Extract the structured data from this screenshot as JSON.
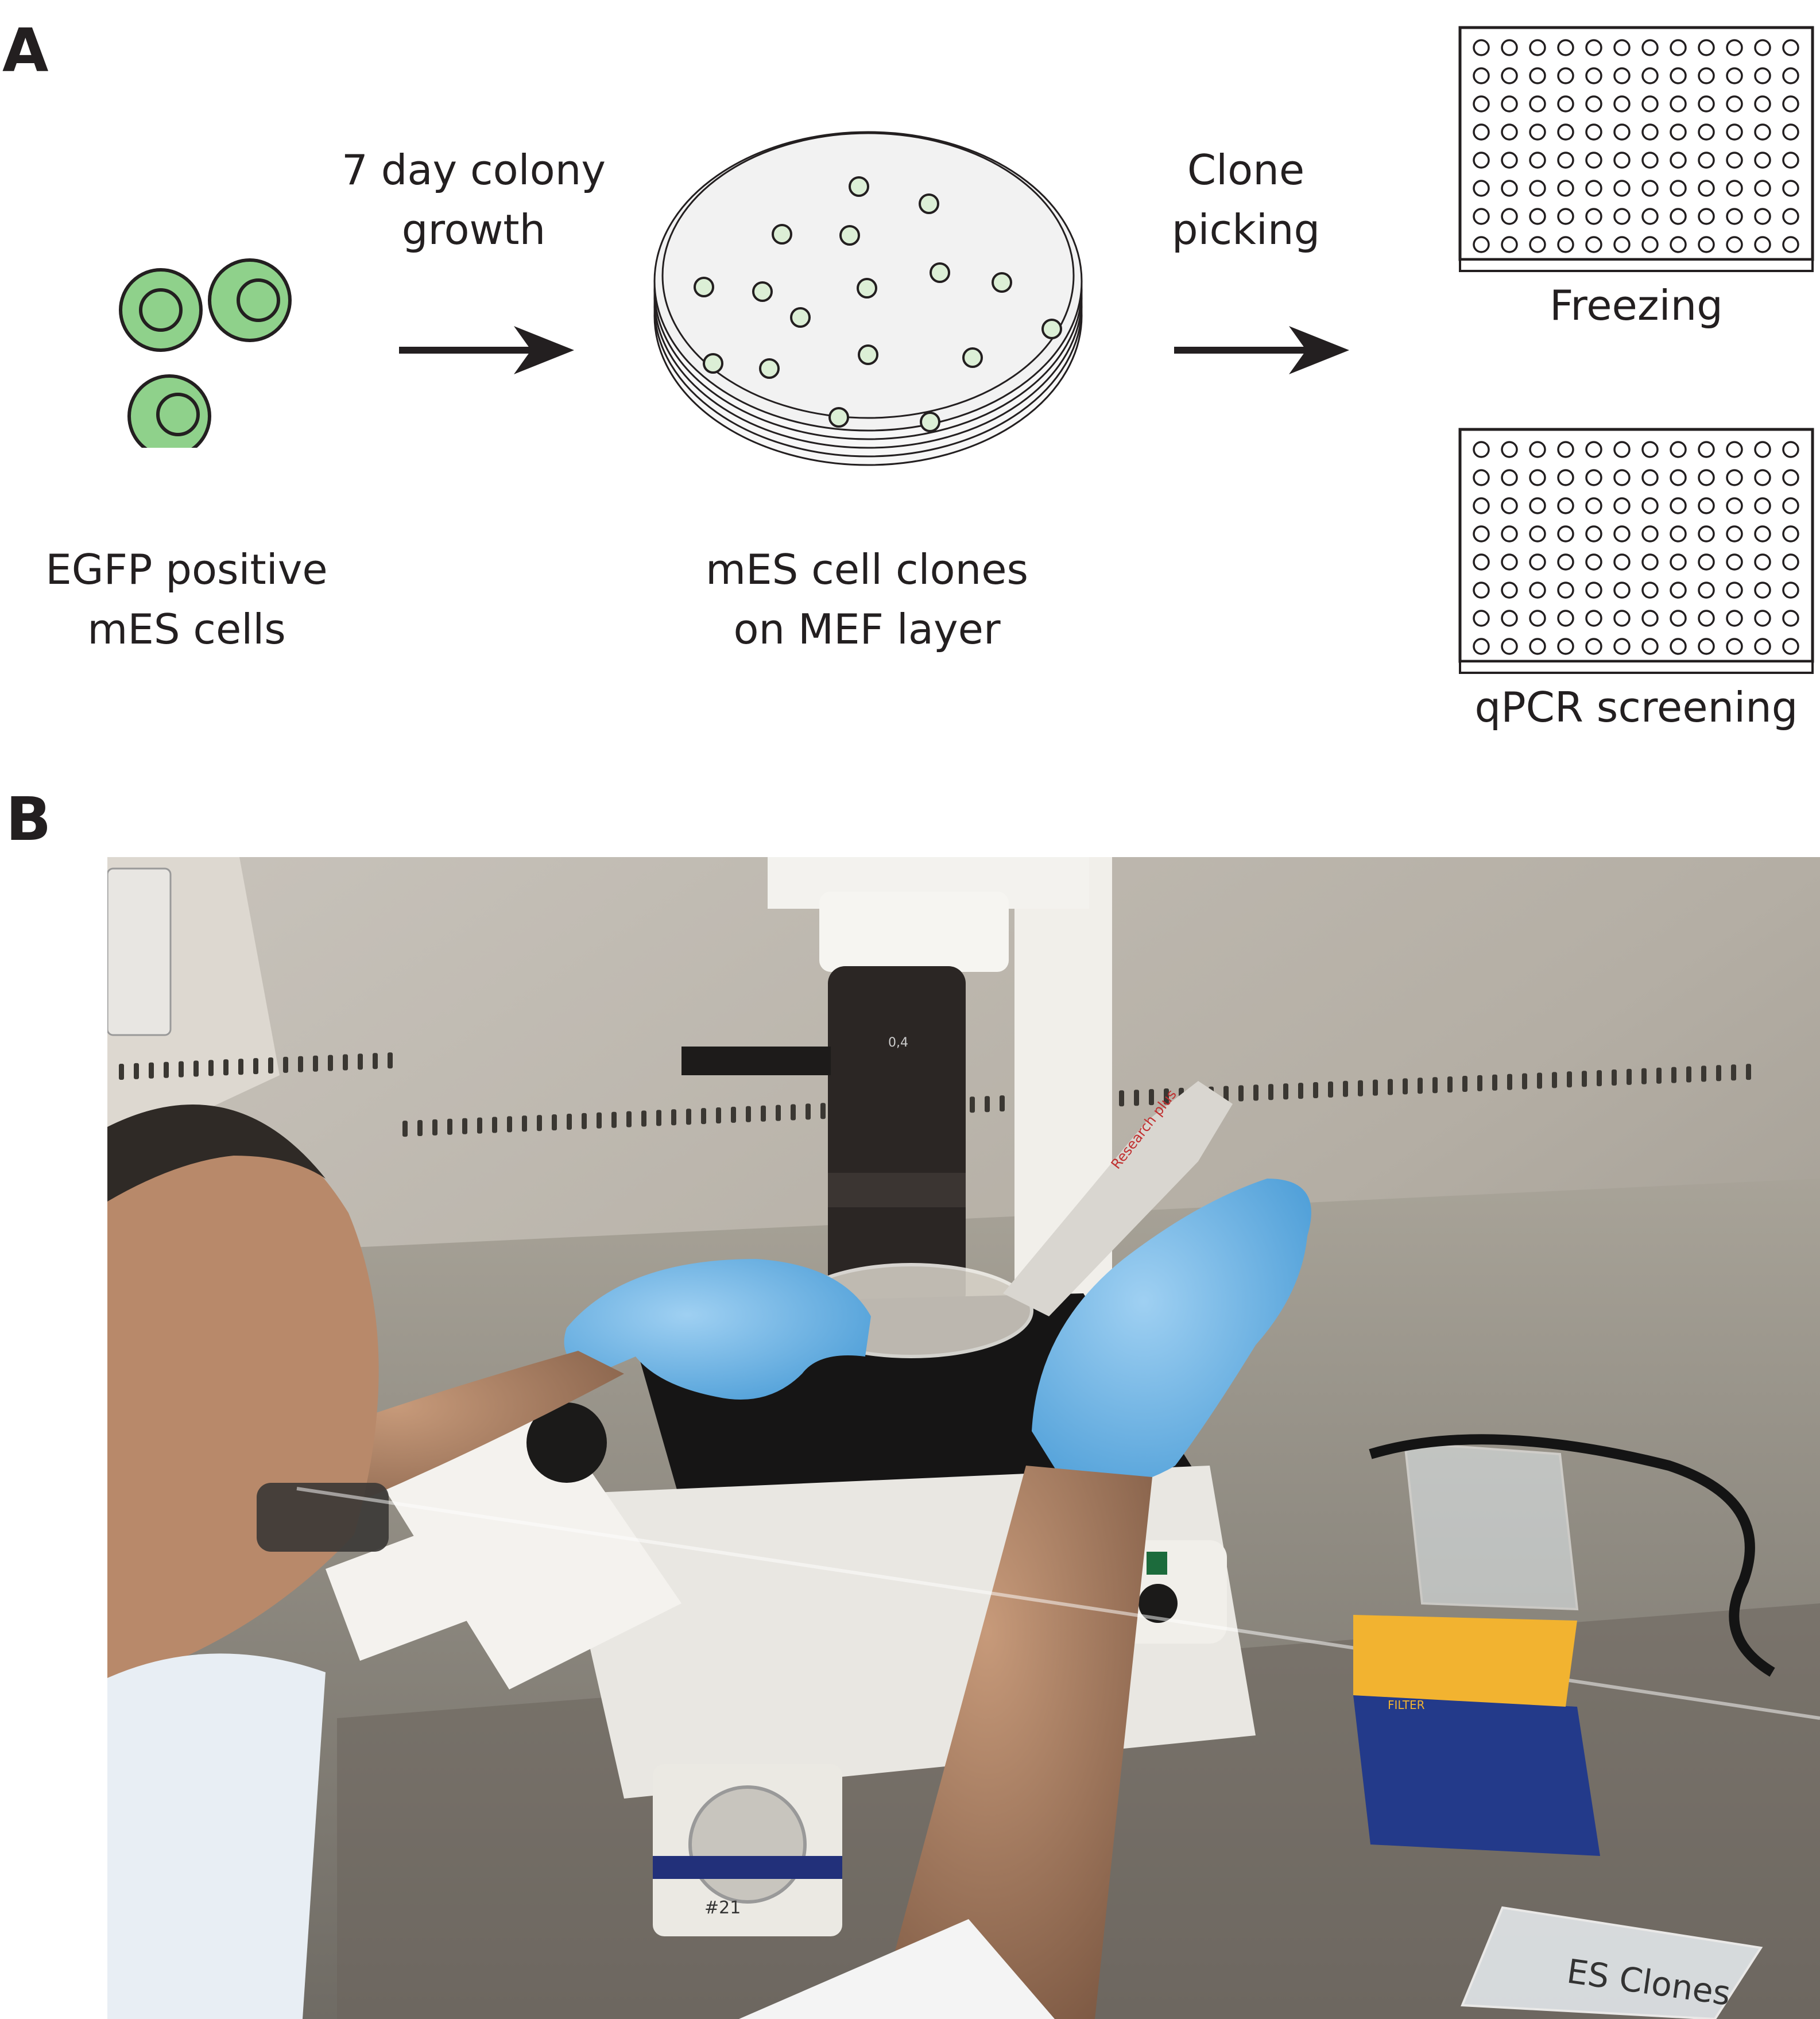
{
  "panel_a": {
    "label": "A",
    "cells_caption": [
      "EGFP positive",
      "mES cells"
    ],
    "step1_caption": [
      "7 day colony",
      "growth"
    ],
    "dish_caption": [
      "mES cell clones",
      "on MEF layer"
    ],
    "step2_caption": [
      "Clone",
      "picking"
    ],
    "plate_freezing_caption": "Freezing",
    "plate_qpcr_caption": "qPCR screening",
    "colors": {
      "cell_fill": "#8fd18b",
      "colony_fill": "#dcefd6",
      "dish_fill": "#f2f2f2",
      "line": "#231f20"
    }
  },
  "panel_b": {
    "label": "B",
    "photo": {
      "objective_marking": "0,4",
      "pipette_marking": "Research plus",
      "tip_box_label": "FILTER",
      "plate_label": "ES Clones",
      "microscope_tag": "#21"
    }
  }
}
